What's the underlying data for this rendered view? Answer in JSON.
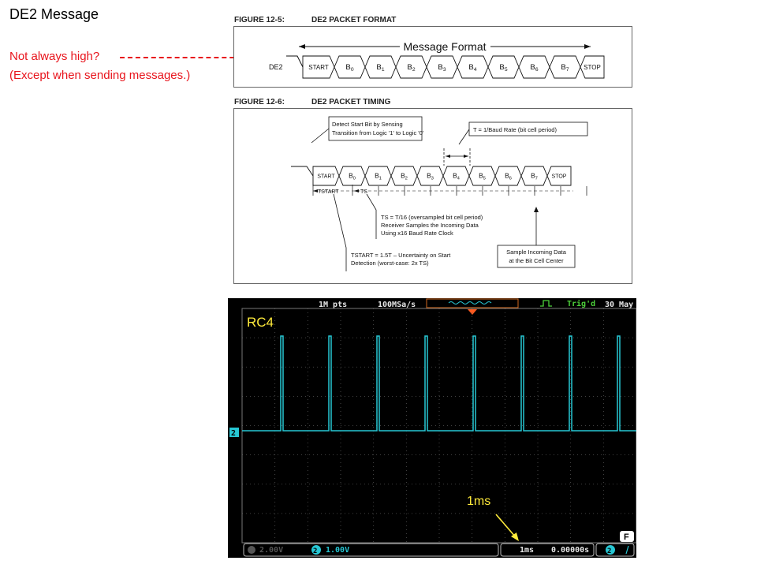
{
  "slide": {
    "title": "DE2 Message",
    "note_line1": "Not always high?",
    "note_line2": "(Except when sending messages.)",
    "note_color": "#e8141c"
  },
  "figure1": {
    "label": "FIGURE 12-5:",
    "title": "DE2 PACKET FORMAT",
    "header": "Message Format",
    "signal": "DE2",
    "cells": [
      "START",
      "B0",
      "B1",
      "B2",
      "B3",
      "B4",
      "B5",
      "B6",
      "B7",
      "STOP"
    ]
  },
  "figure2": {
    "label": "FIGURE 12-6:",
    "title": "DE2 PACKET TIMING",
    "callout_start_1": "Detect Start Bit by Sensing",
    "callout_start_2": "Transition from Logic '1' to Logic '0'",
    "callout_baud": "T = 1/Baud Rate (bit cell period)",
    "cells": [
      "START",
      "B0",
      "B1",
      "B2",
      "B3",
      "B4",
      "B5",
      "B6",
      "B7",
      "STOP"
    ],
    "tstart_label": "TSTART",
    "ts_label": "TS",
    "callout_ts_1": "TS = T/16 (oversampled bit cell period)",
    "callout_ts_2": "Receiver Samples the Incoming Data",
    "callout_ts_3": "Using x16 Baud Rate Clock",
    "callout_tstart_1": "TSTART = 1.5T – Uncertainty on Start",
    "callout_tstart_2": "Detection (worst-case: 2x TS)",
    "callout_sample_1": "Sample Incoming Data",
    "callout_sample_2": "at the Bit Cell Center"
  },
  "scope": {
    "top_pts": "1M pts",
    "top_rate": "100MSa/s",
    "trigger_status": "Trig'd",
    "date": "30 May",
    "channel_label": "RC4",
    "channel_marker": "2",
    "annotation": "1ms",
    "ch1_scale": "2.00V",
    "ch2_num": "2",
    "ch2_scale": "1.00V",
    "timebase": "1ms",
    "delay": "0.00000s",
    "trig_ch": "2",
    "f_key": "F",
    "trace_color": "#27c7d4",
    "accent_color": "#ffeb3b"
  }
}
